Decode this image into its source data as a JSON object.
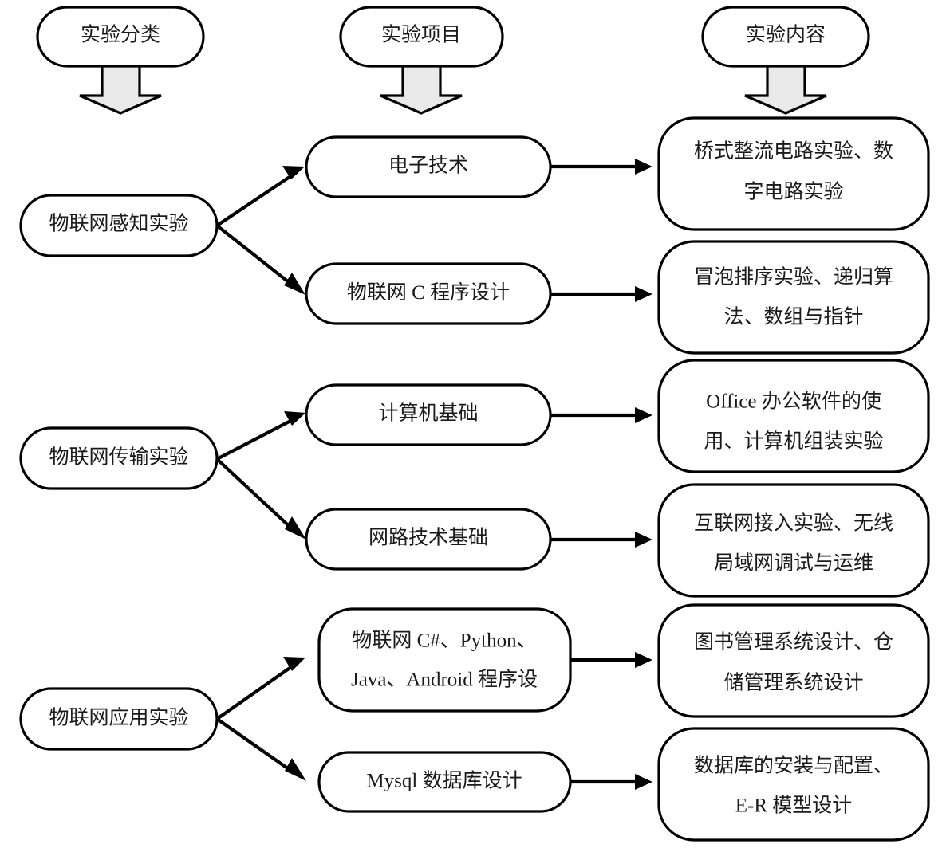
{
  "diagram": {
    "type": "flowchart",
    "orientation": "left-to-right",
    "columns": [
      {
        "id": "col-category",
        "header": "实验分类"
      },
      {
        "id": "col-project",
        "header": "实验项目"
      },
      {
        "id": "col-content",
        "header": "实验内容"
      }
    ],
    "colors": {
      "node_fill": "#ffffff",
      "node_stroke": "#000000",
      "block_arrow_fill": "#e9e9e9",
      "connector": "#000000",
      "background": "#ffffff",
      "text": "#1a1a1a"
    },
    "groups": [
      {
        "id": "group-perception",
        "category": "物联网感知实验",
        "rows": [
          {
            "project": "电子技术",
            "content_lines": [
              "桥式整流电路实验、数",
              "字电路实验"
            ]
          },
          {
            "project": "物联网 C 程序设计",
            "content_lines": [
              "冒泡排序实验、递归算",
              "法、数组与指针"
            ]
          }
        ]
      },
      {
        "id": "group-transmission",
        "category": "物联网传输实验",
        "rows": [
          {
            "project": "计算机基础",
            "content_lines": [
              "Office 办公软件的使",
              "用、计算机组装实验"
            ]
          },
          {
            "project": "网路技术基础",
            "content_lines": [
              "互联网接入实验、无线",
              "局域网调试与运维"
            ]
          }
        ]
      },
      {
        "id": "group-application",
        "category": "物联网应用实验",
        "rows": [
          {
            "project_lines": [
              "物联网 C#、Python、",
              "Java、Android 程序设"
            ],
            "project": "物联网 C#、Python、Java、Android 程序设",
            "content_lines": [
              "图书管理系统设计、仓",
              "储管理系统设计"
            ]
          },
          {
            "project": "Mysql 数据库设计",
            "content_lines": [
              "数据库的安装与配置、",
              "E-R 模型设计"
            ]
          }
        ]
      }
    ]
  }
}
